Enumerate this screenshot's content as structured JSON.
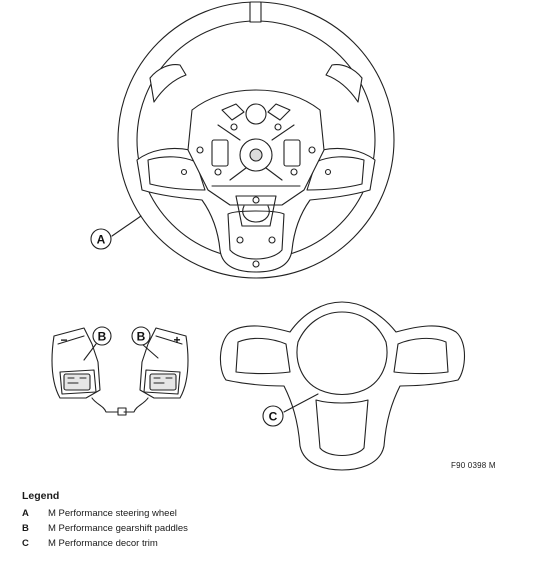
{
  "figure_code": "F90 0398 M",
  "callouts": {
    "wheel": "A",
    "paddle_left": "B",
    "paddle_right": "B",
    "trim": "C"
  },
  "paddle_marks": {
    "left": "−",
    "right": "+"
  },
  "legend": {
    "title": "Legend",
    "items": [
      {
        "key": "A",
        "text": "M Performance steering wheel"
      },
      {
        "key": "B",
        "text": "M Performance gearshift paddles"
      },
      {
        "key": "C",
        "text": "M Performance decor trim"
      }
    ]
  }
}
